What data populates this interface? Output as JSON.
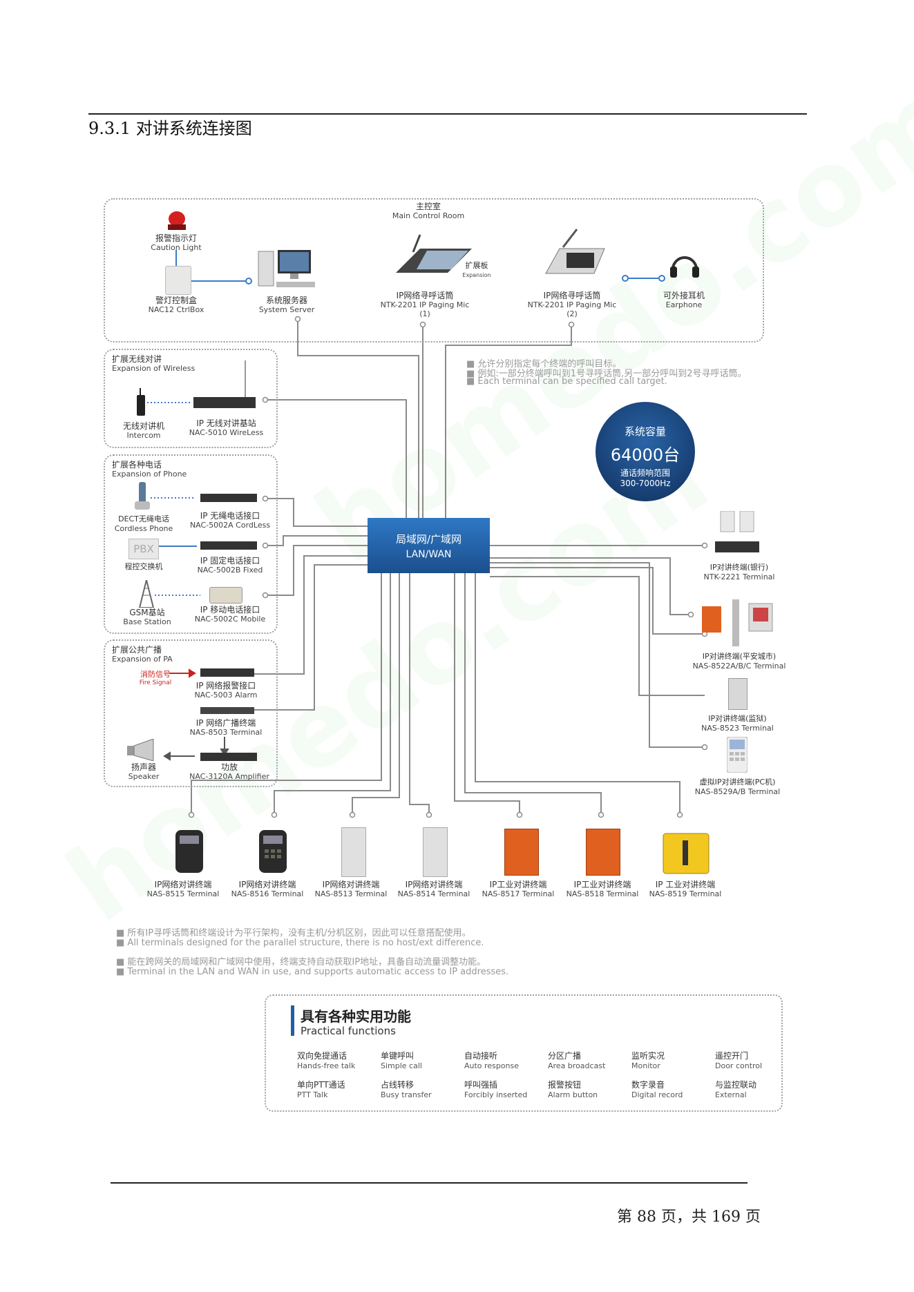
{
  "section_title": "9.3.1 对讲系统连接图",
  "main_room": {
    "cn": "主控室",
    "en": "Main Control Room"
  },
  "main_items": [
    {
      "cn": "报警指示灯",
      "en": "Caution Light"
    },
    {
      "cn": "警灯控制盒",
      "en": "NAC12 CtrlBox"
    },
    {
      "cn": "系统服务器",
      "en": "System Server"
    },
    {
      "cn": "IP网络寻呼话筒",
      "en": "NTK-2201 IP Paging Mic",
      "num": "(1)"
    },
    {
      "cn": "扩展板",
      "en": "Expansion"
    },
    {
      "cn": "IP网络寻呼话筒",
      "en": "NTK-2201 IP Paging Mic",
      "num": "(2)"
    },
    {
      "cn": "可外接耳机",
      "en": "Earphone"
    }
  ],
  "groups": {
    "wireless": {
      "title_cn": "扩展无线对讲",
      "title_en": "Expansion of Wireless",
      "items": [
        {
          "cn": "无线对讲机",
          "en": "Intercom"
        },
        {
          "cn": "IP 无线对讲基站",
          "en": "NAC-5010 WireLess"
        }
      ]
    },
    "phone": {
      "title_cn": "扩展各种电话",
      "title_en": "Expansion of Phone",
      "items": [
        {
          "cn": "DECT无绳电话",
          "en": "Cordless Phone"
        },
        {
          "cn": "IP 无绳电话接口",
          "en": "NAC-5002A CordLess"
        },
        {
          "cn": "PBX",
          "en": "程控交换机"
        },
        {
          "cn": "IP 固定电话接口",
          "en": "NAC-5002B Fixed"
        },
        {
          "cn": "GSM基站",
          "en": "Base Station"
        },
        {
          "cn": "IP 移动电话接口",
          "en": "NAC-5002C Mobile"
        }
      ]
    },
    "pa": {
      "title_cn": "扩展公共广播",
      "title_en": "Expansion of PA",
      "items": [
        {
          "cn": "消防信号",
          "en": "Fire Signal"
        },
        {
          "cn": "IP 网络报警接口",
          "en": "NAC-5003 Alarm"
        },
        {
          "cn": "IP 网络广播终端",
          "en": "NAS-8503 Terminal"
        },
        {
          "cn": "扬声器",
          "en": "Speaker"
        },
        {
          "cn": "功放",
          "en": "NAC-3120A Amplifier"
        }
      ]
    }
  },
  "notes_top": [
    "允许分别指定每个终端的呼叫目标。",
    "例如:一部分终端呼叫到1号寻呼话筒,另一部分呼叫到2号寻呼话筒。",
    "Each terminal can be specified call target."
  ],
  "badge": {
    "line1": "系统容量",
    "line2": "64000台",
    "line3": "通话频响范围",
    "line4": "300-7000Hz"
  },
  "lan": {
    "cn": "局域网/广域网",
    "en": "LAN/WAN"
  },
  "right_terminals": [
    {
      "cn": "IP对讲终端(银行)",
      "en": "NTK-2221 Terminal"
    },
    {
      "cn": "IP对讲终端(平安城市)",
      "en": "NAS-8522A/B/C Terminal"
    },
    {
      "cn": "IP对讲终端(监狱)",
      "en": "NAS-8523 Terminal"
    },
    {
      "cn": "虚拟IP对讲终端(PC机)",
      "en": "NAS-8529A/B Terminal"
    }
  ],
  "bottom_terminals": [
    {
      "cn": "IP网络对讲终端",
      "en": "NAS-8515 Terminal"
    },
    {
      "cn": "IP网络对讲终端",
      "en": "NAS-8516 Terminal"
    },
    {
      "cn": "IP网络对讲终端",
      "en": "NAS-8513 Terminal"
    },
    {
      "cn": "IP网络对讲终端",
      "en": "NAS-8514 Terminal"
    },
    {
      "cn": "IP工业对讲终端",
      "en": "NAS-8517 Terminal"
    },
    {
      "cn": "IP工业对讲终端",
      "en": "NAS-8518 Terminal"
    },
    {
      "cn": "IP 工业对讲终端",
      "en": "NAS-8519 Terminal"
    }
  ],
  "notes_bottom": [
    "所有IP寻呼话筒和终端设计为平行架构，没有主机/分机区别，因此可以任意搭配使用。",
    "All terminals designed for the parallel structure, there is no host/ext difference.",
    "能在跨网关的局域网和广域网中使用，终端支持自动获取IP地址，具备自动流量调整功能。",
    "Terminal in the LAN and WAN in use, and supports automatic access to IP addresses."
  ],
  "functions": {
    "title_cn": "具有各种实用功能",
    "title_en": "Practical functions",
    "items": [
      {
        "cn": "双向免提通话",
        "en": "Hands-free talk"
      },
      {
        "cn": "单键呼叫",
        "en": "Simple call"
      },
      {
        "cn": "自动接听",
        "en": "Auto response"
      },
      {
        "cn": "分区广播",
        "en": "Area broadcast"
      },
      {
        "cn": "监听实况",
        "en": "Monitor"
      },
      {
        "cn": "遥控开门",
        "en": "Door control"
      },
      {
        "cn": "单向PTT通话",
        "en": "PTT Talk"
      },
      {
        "cn": "占线转移",
        "en": "Busy transfer"
      },
      {
        "cn": "呼叫强插",
        "en": "Forcibly inserted"
      },
      {
        "cn": "报警按钮",
        "en": "Alarm button"
      },
      {
        "cn": "数字录音",
        "en": "Digital record"
      },
      {
        "cn": "与监控联动",
        "en": "External"
      }
    ]
  },
  "page_footer": "第 88 页，共 169 页",
  "colors": {
    "lan": "#1f5fa3",
    "line": "#8a8a8a",
    "badge": "#1a4a85",
    "accent_bar": "#1f5fa3",
    "fire_signal": "#cc2222"
  }
}
